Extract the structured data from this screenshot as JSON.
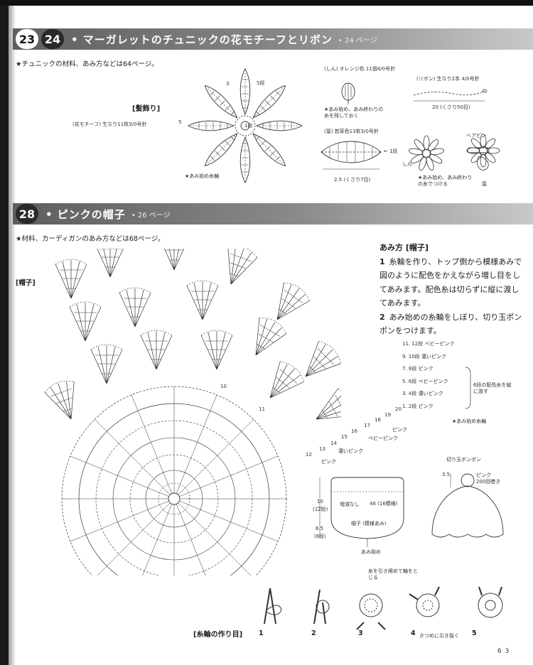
{
  "section1": {
    "num_a": "23",
    "num_b": "24",
    "title": "• マーガレットのチュニックの花モチーフとリボン",
    "page_ref": "• 24 ページ",
    "note": "★チュニックの材料、あみ方などは64ページ。",
    "hair_title": "[髪飾り]",
    "motif_label": "(花モチーフ) 生なり11枚3/0号針",
    "start_label": "★あみ始め糸輪",
    "row5": "5段",
    "row1": "1段",
    "dim5": "5",
    "dim3": "3",
    "center_label": "(しん) オレンジ色 11個4/0号針",
    "center_note": "★あみ始め、あみ終わりの糸を残しておく",
    "ribbon_label": "(リボン) 生なり2本 4/0号針",
    "ribbon_dim": "20 (くさり50目)",
    "leaf_label": "(葉) 若草色13枚3/0号針",
    "leaf_row": "← 1段",
    "leaf_dim": "2.5 (くさり7目)",
    "assemble_note": "★あみ始め、あみ終わりの糸でつける",
    "label_shin": "しん",
    "label_hairpin": "ヘアピン",
    "label_ha": "葉"
  },
  "section2": {
    "num": "28",
    "title": "• ピンクの帽子",
    "page_ref": "• 26 ページ",
    "note": "★材料、カーディガンのあみ方などは68ページ。",
    "hat_title": "[帽子]",
    "how_title": "あみ方 [帽子]",
    "steps": [
      {
        "n": "1",
        "text": "糸輪を作り、トップ側から模様あみで図のように配色をかえながら増し目をしてあみます。配色糸は切らずに縦に渡してあみます。"
      },
      {
        "n": "2",
        "text": "あみ始めの糸輪をしぼり、切り玉ポンポンをつけます。"
      }
    ],
    "legend": [
      "11. 12段 ベビーピンク",
      "9. 10段 濃いピンク",
      "7. 8段 ピンク",
      "5. 6段 ベビーピンク",
      "3. 4段 濃いピンク",
      "1. 2段 ピンク"
    ],
    "legend_note": "6段の配色糸を縦に渡す",
    "legend_start": "★あみ始め糸輪",
    "row_numbers": [
      "11",
      "12",
      "13",
      "14",
      "15",
      "16",
      "17",
      "18",
      "19",
      "20"
    ],
    "color_pink": "ピンク",
    "color_dark": "濃いピンク",
    "color_baby": "ベビーピンク",
    "hat_no_inc": "増減なし",
    "hat_count": "46 (16模様)",
    "hat_body": "帽子 (模様あみ)",
    "hat_start": "あみ始め",
    "hat_h1": "10",
    "hat_h1b": "(12段)",
    "hat_h2": "6.5",
    "hat_h2b": "(8段)",
    "pompom_title": "切り玉ポンポン",
    "pompom_color": "ピンク",
    "pompom_wraps": "200回巻き",
    "pompom_dim": "3.5",
    "ring_title": "[糸輪の作り目]",
    "ring_steps": [
      "1",
      "2",
      "3",
      "4",
      "5"
    ],
    "ring_note_a": "糸を引き締めて輪をとじる",
    "ring_note_b": "きつめに引き抜く",
    "page_number": "6 3"
  }
}
